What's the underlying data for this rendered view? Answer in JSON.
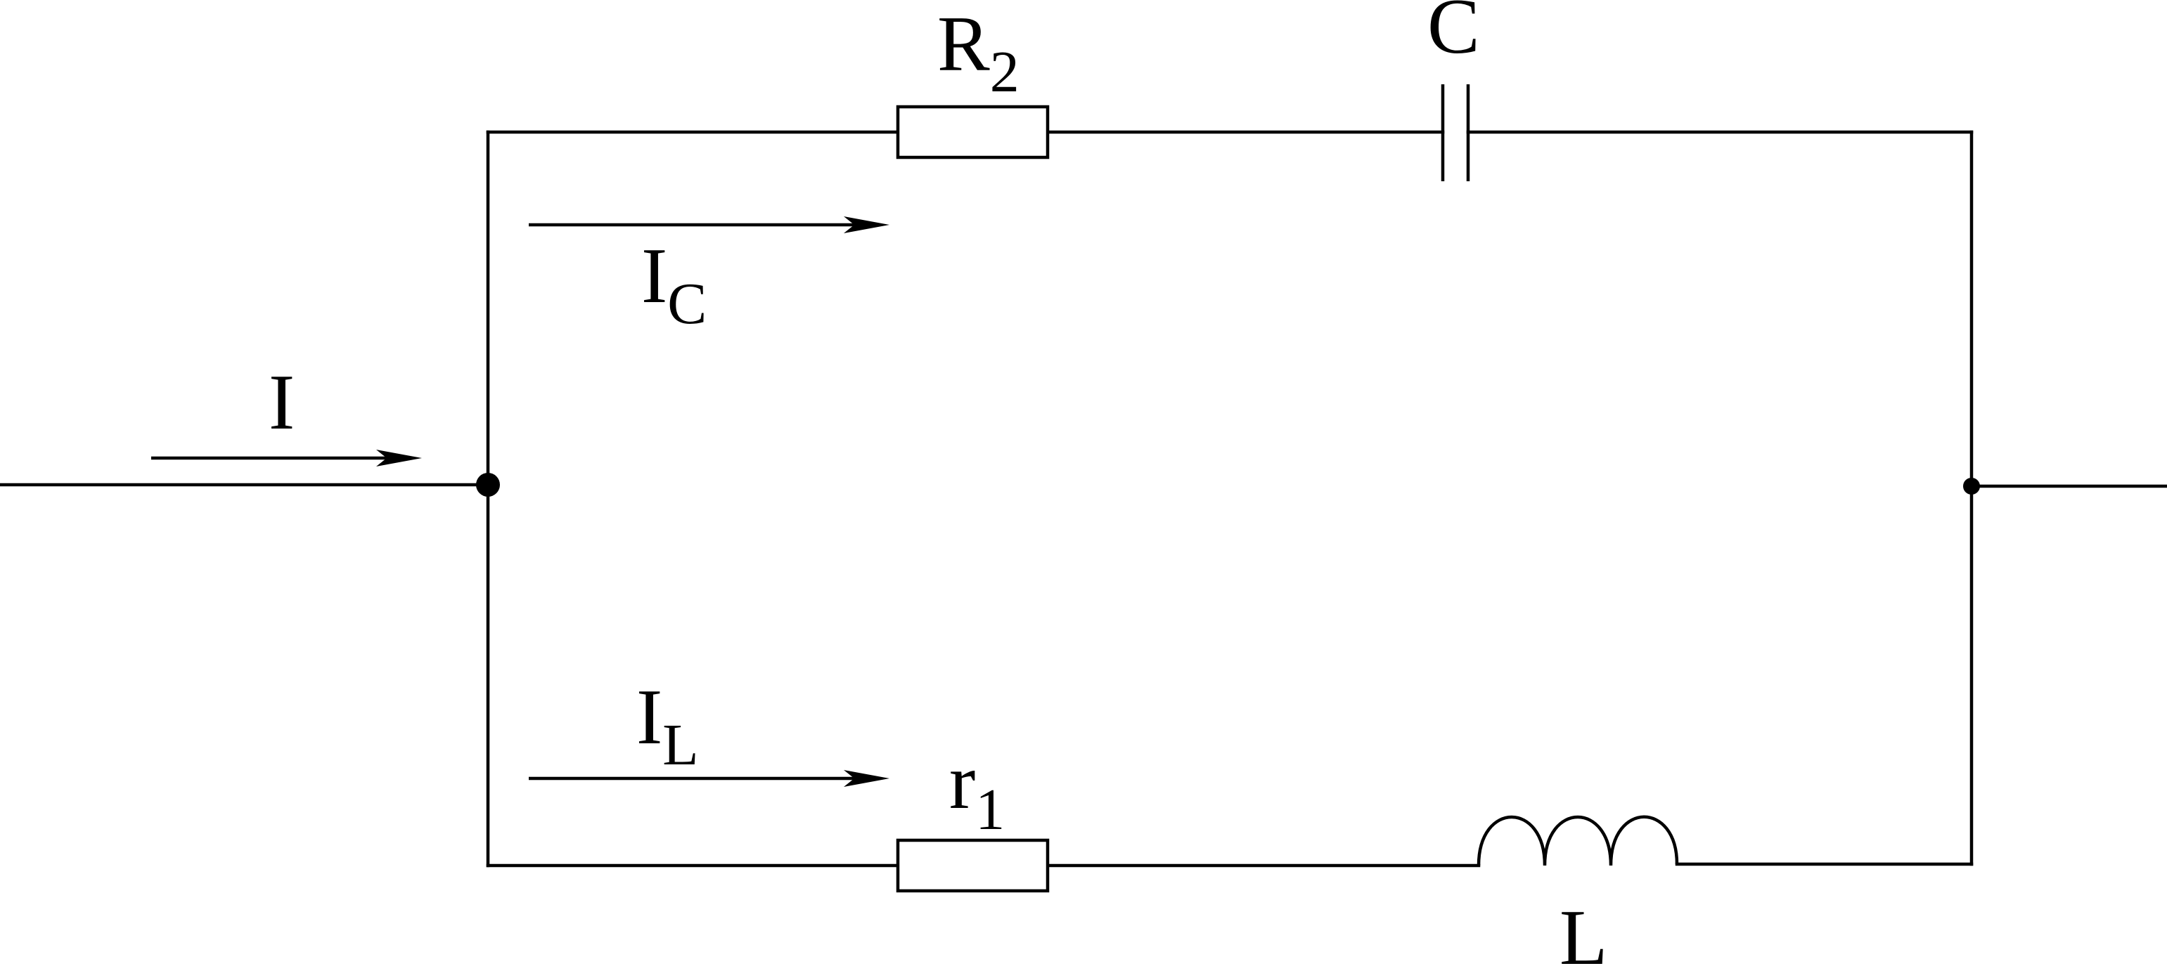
{
  "colors": {
    "stroke": "#000000",
    "background": "#ffffff"
  },
  "labels": {
    "resistor_top": {
      "main": "R",
      "sub": "2"
    },
    "capacitor": {
      "main": "C"
    },
    "resistor_bottom": {
      "main": "r",
      "sub": "1"
    },
    "inductor": {
      "main": "L"
    },
    "current_total": {
      "main": "I"
    },
    "current_capacitor_branch": {
      "main": "I",
      "sub": "C"
    },
    "current_inductor_branch": {
      "main": "I",
      "sub": "L"
    }
  }
}
